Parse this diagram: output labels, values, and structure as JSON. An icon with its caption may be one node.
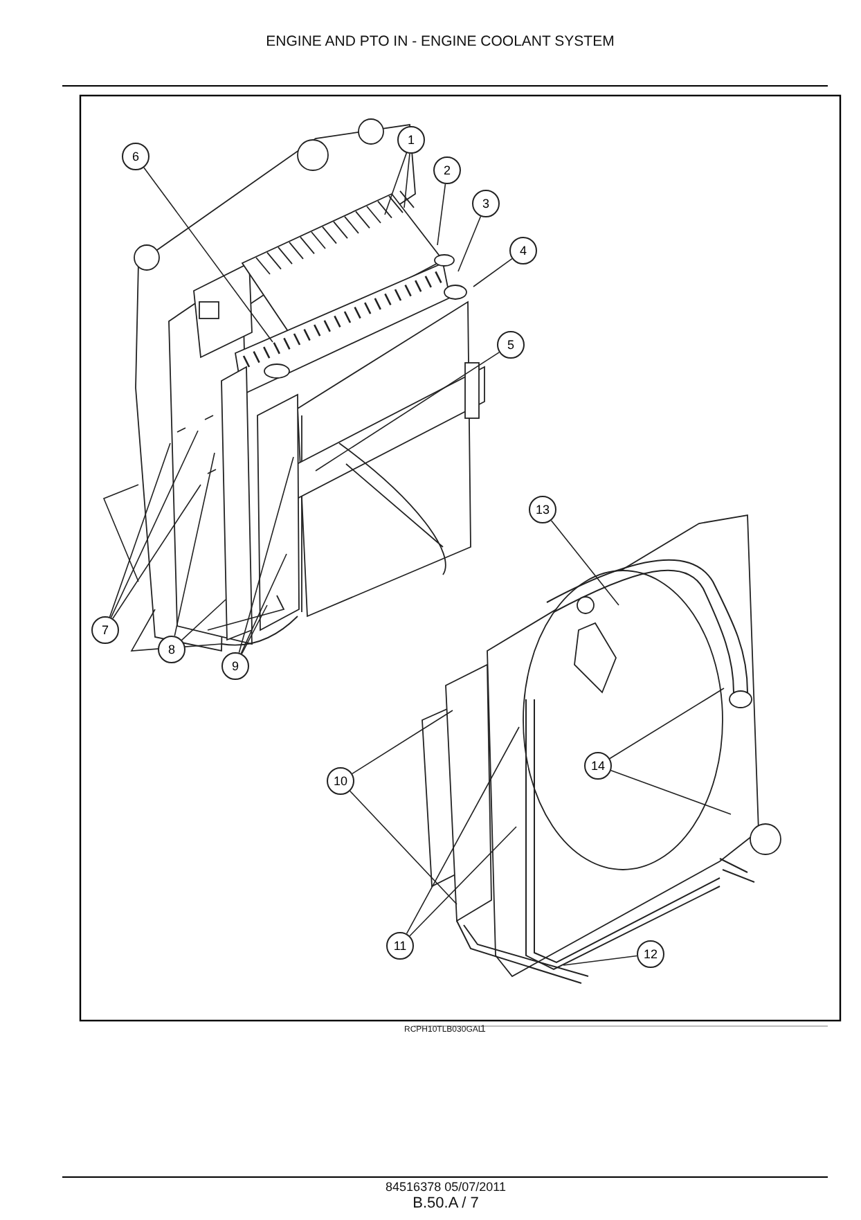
{
  "diagram": {
    "title": "ENGINE AND PTO IN - ENGINE COOLANT SYSTEM",
    "nodes": [
      {
        "text": [
          "1"
        ]
      },
      {
        "text": [
          "2"
        ]
      },
      {
        "text": [
          "3"
        ]
      },
      {
        "text": [
          "4"
        ]
      },
      {
        "text": [
          "5"
        ]
      },
      {
        "text": [
          "6"
        ]
      },
      {
        "text": [
          "7"
        ]
      },
      {
        "text": [
          "8"
        ]
      },
      {
        "text": [
          "9"
        ]
      },
      {
        "text": [
          "10"
        ]
      },
      {
        "text": [
          "11"
        ]
      },
      {
        "text": [
          "12"
        ]
      },
      {
        "text": [
          "13"
        ]
      },
      {
        "text": [
          "14"
        ]
      }
    ],
    "edges": [
      {
        "from": 0,
        "to": null,
        "arrow": "none"
      },
      {
        "from": 0,
        "to": null,
        "arrow": "none"
      },
      {
        "from": 1,
        "to": null,
        "arrow": "none"
      },
      {
        "from": 2,
        "to": null,
        "arrow": "none"
      },
      {
        "from": 3,
        "to": null,
        "arrow": "none"
      },
      {
        "from": 4,
        "to": null,
        "arrow": "none"
      },
      {
        "from": 5,
        "to": null,
        "arrow": "none"
      },
      {
        "from": 6,
        "to": null,
        "arrow": "none"
      },
      {
        "from": 6,
        "to": null,
        "arrow": "none"
      },
      {
        "from": 6,
        "to": null,
        "arrow": "none"
      },
      {
        "from": 7,
        "to": null,
        "arrow": "none"
      },
      {
        "from": 7,
        "to": null,
        "arrow": "none"
      },
      {
        "from": 8,
        "to": null,
        "arrow": "none"
      },
      {
        "from": 8,
        "to": null,
        "arrow": "none"
      },
      {
        "from": 8,
        "to": null,
        "arrow": "none"
      },
      {
        "from": 9,
        "to": null,
        "arrow": "none"
      },
      {
        "from": 9,
        "to": null,
        "arrow": "none"
      },
      {
        "from": 10,
        "to": null,
        "arrow": "none"
      },
      {
        "from": 10,
        "to": null,
        "arrow": "none"
      },
      {
        "from": 11,
        "to": null,
        "arrow": "none"
      },
      {
        "from": 12,
        "to": null,
        "arrow": "none"
      },
      {
        "from": 13,
        "to": null,
        "arrow": "none"
      },
      {
        "from": 13,
        "to": null,
        "arrow": "none"
      }
    ],
    "labels": [
      "RCPH10TLB030GAL",
      "1",
      "84516378 05/07/2011",
      "B.50.A / 7"
    ]
  }
}
